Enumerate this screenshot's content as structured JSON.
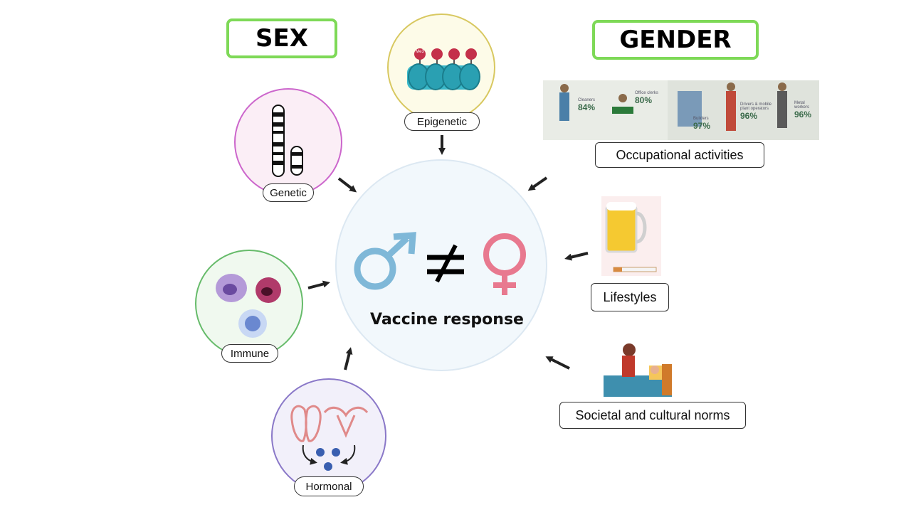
{
  "headings": {
    "sex": "SEX",
    "gender": "GENDER"
  },
  "center": {
    "title": "Vaccine response"
  },
  "sex_factors": {
    "epigenetic": "Epigenetic",
    "genetic": "Genetic",
    "immune": "Immune",
    "hormonal": "Hormonal",
    "histone_tag": "Me3"
  },
  "gender_factors": {
    "occupational": "Occupational activities",
    "lifestyles": "Lifestyles",
    "societal": "Societal and cultural norms"
  },
  "occupations": [
    {
      "name": "Cleaners",
      "pct": "84%"
    },
    {
      "name": "Office clerks",
      "pct": "80%"
    },
    {
      "name": "Builders",
      "pct": "97%"
    },
    {
      "name": "Drivers & mobile plant operators",
      "pct": "96%"
    },
    {
      "name": "Metal workers",
      "pct": "96%"
    }
  ],
  "colors": {
    "heading_border": "#7ed957",
    "male_symbol": "#7fb8d8",
    "female_symbol": "#e8798f",
    "center_fill": "#f2f8fc",
    "genetic_ring": "#cc66cc",
    "epigenetic_ring": "#d8c860",
    "immune_ring": "#66bb6a",
    "hormonal_ring": "#8a78c8"
  }
}
